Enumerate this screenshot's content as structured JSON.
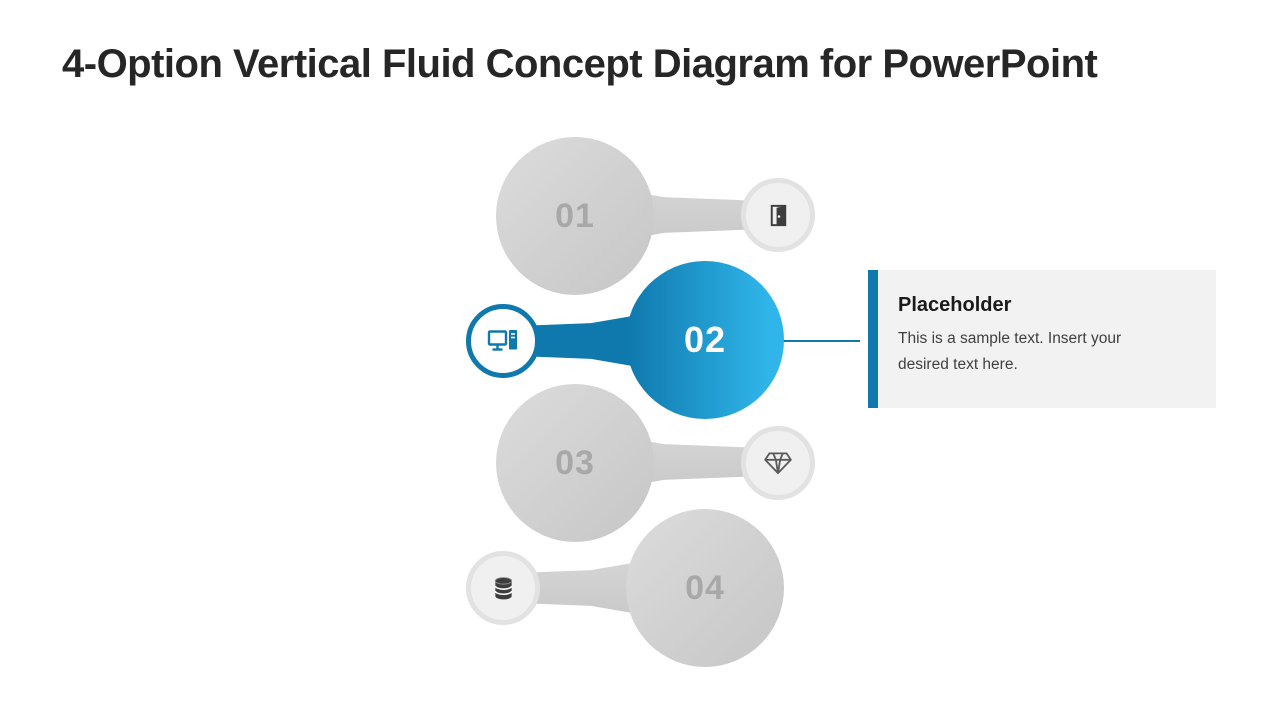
{
  "slide": {
    "title": "4-Option Vertical Fluid Concept Diagram for PowerPoint"
  },
  "options": [
    {
      "number": "01",
      "icon": "door-icon",
      "state": "inactive",
      "icon_side": "right"
    },
    {
      "number": "02",
      "icon": "computer-icon",
      "state": "active",
      "icon_side": "left"
    },
    {
      "number": "03",
      "icon": "diamond-icon",
      "state": "inactive",
      "icon_side": "right"
    },
    {
      "number": "04",
      "icon": "database-icon",
      "state": "inactive",
      "icon_side": "left"
    }
  ],
  "callout": {
    "title": "Placeholder",
    "body": "This is a sample text. Insert your desired text here."
  },
  "colors": {
    "accent_blue": "#0f78ac",
    "accent_blue_light": "#2fb5e9",
    "number_gray": "#a8a8a8",
    "callout_bg": "#f2f2f2"
  }
}
